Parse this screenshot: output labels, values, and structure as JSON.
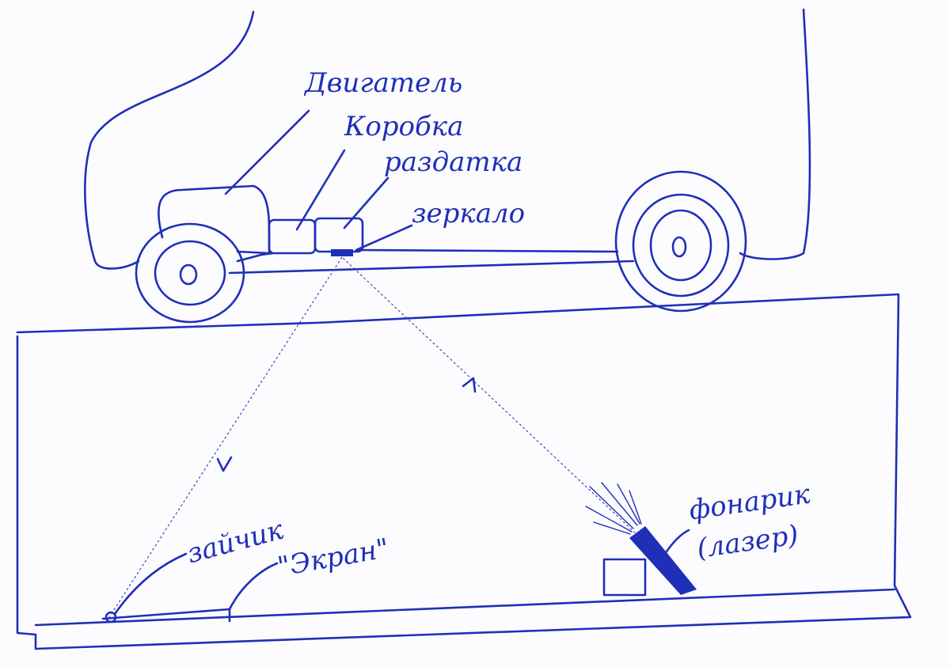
{
  "labels": {
    "engine": "Двигатель",
    "gearbox": "Коробка",
    "transfer_case": "раздатка",
    "mirror": "зеркало",
    "light_spot": "зайчик",
    "screen": "\"Экран\"",
    "flashlight": "фонарик",
    "laser": "(лазер)"
  },
  "colors": {
    "ink": "#1f2fb8",
    "paper": "#fcfcfe"
  }
}
